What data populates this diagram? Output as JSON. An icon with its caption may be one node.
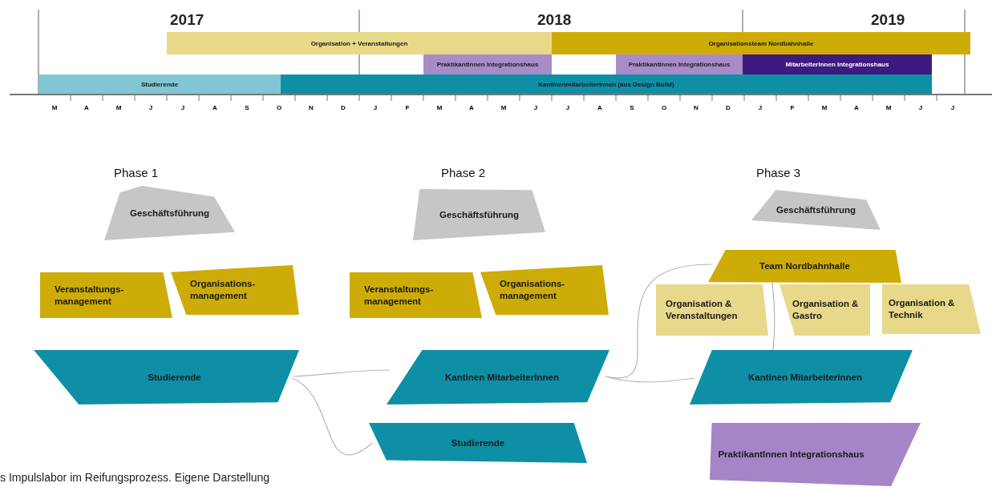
{
  "diagram": {
    "caption": "s Impulslabor im Reifungsprozess. Eigene Darstellung",
    "nodes": [
      {
        "text": [
          "Organisation + Veranstaltungen"
        ]
      },
      {
        "text": [
          "Organisationsteam Nordbahnhalle"
        ]
      },
      {
        "text": [
          "PraktikantInnen Integrationshaus"
        ]
      },
      {
        "text": [
          "PraktikantInnen Integrationshaus"
        ]
      },
      {
        "text": [
          "MitarbeiterInnen Integrationshaus"
        ]
      },
      {
        "text": [
          "Studierende"
        ]
      },
      {
        "text": [
          "KantinenmitarbeiterInnen (aus Design Build)"
        ]
      },
      {
        "text": [
          "Geschäftsführung"
        ]
      },
      {
        "text": [
          "Veranstaltungs- management"
        ]
      },
      {
        "text": [
          "Organisations- management"
        ]
      },
      {
        "text": [
          "Studierende"
        ]
      },
      {
        "text": [
          "Geschäftsführung"
        ]
      },
      {
        "text": [
          "Veranstaltungs- management"
        ]
      },
      {
        "text": [
          "Organisations- management"
        ]
      },
      {
        "text": [
          "Kantinen MitarbeiterInnen"
        ]
      },
      {
        "text": [
          "Studierende"
        ]
      },
      {
        "text": [
          "Geschäftsführung"
        ]
      },
      {
        "text": [
          "Team Nordbahnhalle"
        ]
      },
      {
        "text": [
          "Organisation & Veranstaltungen"
        ]
      },
      {
        "text": [
          "Organisation & Gastro"
        ]
      },
      {
        "text": [
          "Organisation & Technik"
        ]
      },
      {
        "text": [
          "Kantinen MitarbeiterInnen"
        ]
      },
      {
        "text": [
          "PraktikantInnen Integrationshaus"
        ]
      }
    ],
    "edges": [
      {
        "from": 10,
        "to": 14,
        "arrow": "none"
      },
      {
        "from": 10,
        "to": 15,
        "arrow": "none"
      },
      {
        "from": 14,
        "to": 17,
        "arrow": "none"
      },
      {
        "from": 14,
        "to": 21,
        "arrow": "none"
      },
      {
        "from": 17,
        "to": 21,
        "arrow": "none"
      }
    ],
    "labels": [
      "2017",
      "2018",
      "2019",
      "M",
      "A",
      "M",
      "J",
      "J",
      "A",
      "S",
      "O",
      "N",
      "D",
      "J",
      "F",
      "M",
      "A",
      "M",
      "J",
      "J",
      "A",
      "S",
      "O",
      "N",
      "D",
      "J",
      "F",
      "M",
      "A",
      "M",
      "J",
      "J",
      "Phase 1",
      "Phase 2",
      "Phase 3"
    ]
  }
}
